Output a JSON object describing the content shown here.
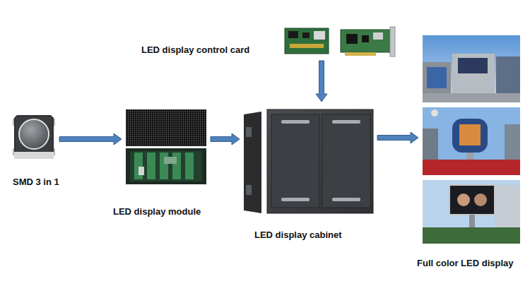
{
  "diagram": {
    "nodes": [
      {
        "text": [
          "SMD 3 in 1"
        ]
      },
      {
        "text": [
          "LED display module"
        ]
      },
      {
        "text": [
          "LED display control card"
        ]
      },
      {
        "text": [
          "LED display cabinet"
        ]
      },
      {
        "text": [
          "Full color LED display"
        ]
      }
    ],
    "edges": [
      {
        "from": 0,
        "to": 1,
        "arrow": "to"
      },
      {
        "from": 1,
        "to": 3,
        "arrow": "to"
      },
      {
        "from": 2,
        "to": 3,
        "arrow": "to"
      },
      {
        "from": 3,
        "to": 4,
        "arrow": "to"
      }
    ]
  }
}
